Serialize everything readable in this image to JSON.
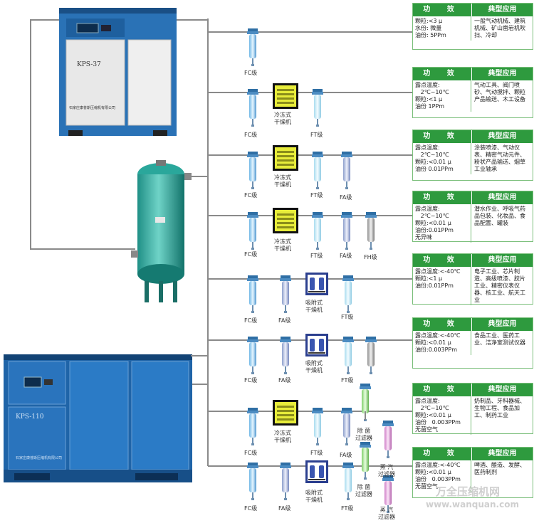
{
  "compressor_top": {
    "model": "KPS-37",
    "company": "石家庄康普斯压缩机有限公司"
  },
  "compressor_bottom": {
    "model": "KPS-110",
    "company": "石家庄康普斯压缩机有限公司"
  },
  "labels": {
    "fc": "FC级",
    "ft": "FT级",
    "fa": "FA级",
    "fh": "FH级",
    "dryer_refrig_1": "冷冻式",
    "dryer_refrig_2": "干燥机",
    "dryer_adsorb_1": "吸附式",
    "dryer_adsorb_2": "干燥机",
    "sterile_1": "除 菌",
    "sterile_2": "过滤器",
    "steam_1": "蒸 汽",
    "steam_2": "过滤器"
  },
  "panel_header": {
    "effect": "功 效",
    "application": "典型应用"
  },
  "panels": [
    {
      "effect": "颗粒:<3 μ\n水份: 微量\n油份: 5PPm",
      "application": "一般气动机械、建筑机械、矿山凿岩机吹扫、冷却"
    },
    {
      "effect": "露点温度:\n   2℃~10℃\n颗粒:<1 μ\n油份 1PPm",
      "application": "气动工具、阀门喷砂、气动搅拌、颗粒产品输送、木工设备"
    },
    {
      "effect": "露点温度:\n   2℃~10℃\n颗粒:<0.01 μ\n油份 0.01PPm",
      "application": "涂装喷漆、气动仪表、精密气动元件、粉状产品输送、烟草工业轴承"
    },
    {
      "effect": "露点温度:\n   2℃~10℃\n颗粒:<0.01 μ\n油份:0.01PPm\n无异味",
      "application": "潜水作业、呼吸气药品包装、化妆品、食品配置、罐装"
    },
    {
      "effect": "露点温度:<-40℃\n颗粒:<1 μ\n油份:0.01PPm",
      "application": "电子工业、芯片制造、高级喷漆、胶片工业、精密仪表仪器、核工业、航天工业"
    },
    {
      "effect": "露点温度:<-40℃\n颗粒:<0.01 μ\n油份:0.003PPm",
      "application": "食品工业、医药工业、洁净室测试仪器"
    },
    {
      "effect": "露点温度:\n   2℃~10℃\n颗粒:<0.01 μ\n油份   0.003PPm\n无菌空气",
      "application": "奶制品、牙科器械、生物工程、食品加工、制药工业"
    },
    {
      "effect": "露点温度:<-40℃\n颗粒:<0.01 μ\n油份   0.003PPm\n无菌空气",
      "application": "啤酒、酿造、发酵、医药制剂"
    }
  ],
  "watermark": {
    "cn": "万全压缩机网",
    "url": "www.wanquan.com"
  }
}
